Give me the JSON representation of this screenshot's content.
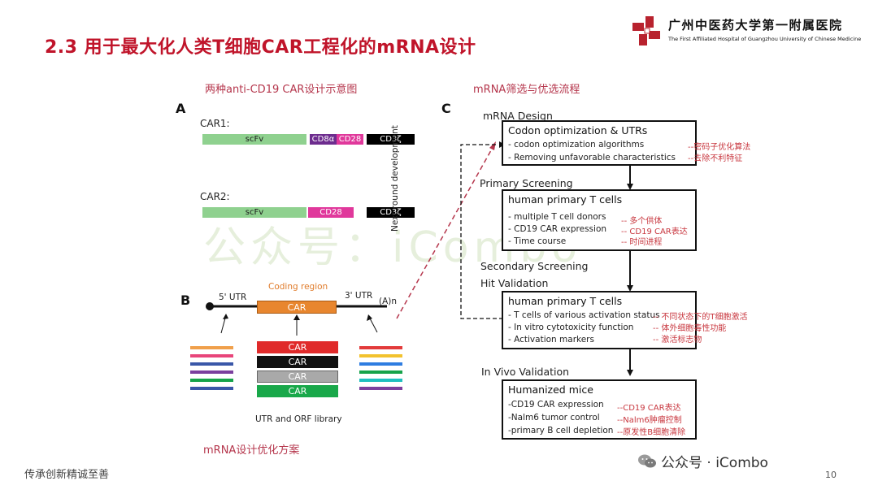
{
  "header": {
    "title": "2.3 用于最大化人类T细胞CAR工程化的mRNA设计",
    "logo_cn": "广州中医药大学第一附属医院",
    "logo_en": "The First Affiliated Hospital of Guangzhou University of Chinese Medicine"
  },
  "watermark": "公众号：iCombo",
  "panel_a": {
    "subtitle": "两种anti-CD19 CAR设计示意图",
    "letter": "A",
    "car1": {
      "label": "CAR1:",
      "scfv": "scFv",
      "cd8a": "CD8α",
      "cd28": "CD28",
      "cd3z": "CD3ζ"
    },
    "car2": {
      "label": "CAR2:",
      "scfv": "scFv",
      "cd28": "CD28",
      "cd3z": "CD3ζ"
    }
  },
  "panel_b": {
    "letter": "B",
    "utr5": "5' UTR",
    "coding_region": "Coding region",
    "utr3": "3' UTR",
    "polya": "(A)n",
    "car_label": "CAR",
    "orf": [
      "CAR",
      "CAR",
      "CAR",
      "CAR"
    ],
    "library_label": "UTR and ORF library",
    "subtitle": "mRNA设计优化方案",
    "colors": {
      "stripes_left": [
        "#f0a04b",
        "#e8457a",
        "#3a57a8",
        "#7b3f9e",
        "#16a34a",
        "#3a57a8"
      ],
      "stripes_right": [
        "#e33b3b",
        "#f2c22e",
        "#2f7de1",
        "#16a34a",
        "#1fbfbf",
        "#7b3f9e"
      ],
      "orf": [
        "#e02a2a",
        "#111111",
        "#a9a9a9",
        "#19a84a"
      ]
    }
  },
  "panel_c": {
    "subtitle": "mRNA筛选与优选流程",
    "letter": "C",
    "loop_label": "Next round development",
    "stages": {
      "design": "mRNA Design",
      "primary": "Primary Screening",
      "secondary": "Secondary Screening",
      "hit": "Hit Validation",
      "invivo": "In Vivo Validation"
    },
    "box1": {
      "title": "Codon optimization & UTRs",
      "lines": [
        "- codon optimization algorithms",
        "- Removing unfavorable characteristics"
      ],
      "cn": [
        "--密码子优化算法",
        "--去除不利特征"
      ]
    },
    "box2": {
      "title": "human primary T cells",
      "lines": [
        "- multiple T cell donors",
        "- CD19 CAR expression",
        "- Time course"
      ],
      "cn": [
        "-- 多个供体",
        "-- CD19 CAR表达",
        "-- 时间进程"
      ]
    },
    "box3": {
      "title": "human primary T cells",
      "lines": [
        "- T cells of various activation status",
        "- In vitro cytotoxicity function",
        "- Activation markers"
      ],
      "cn": [
        "-- 不同状态下的T细胞激活",
        "-- 体外细胞毒性功能",
        "-- 激活标志物"
      ]
    },
    "box4": {
      "title": "Humanized mice",
      "lines": [
        "-CD19 CAR expression",
        "-Nalm6 tumor control",
        "-primary B cell depletion"
      ],
      "cn": [
        "--CD19 CAR表达",
        "--Nalm6肿瘤控制",
        "--原发性B细胞清除"
      ]
    }
  },
  "footer": {
    "slogan": "传承创新精诚至善",
    "wechat": "公众号 · iCombo",
    "page": "10"
  }
}
